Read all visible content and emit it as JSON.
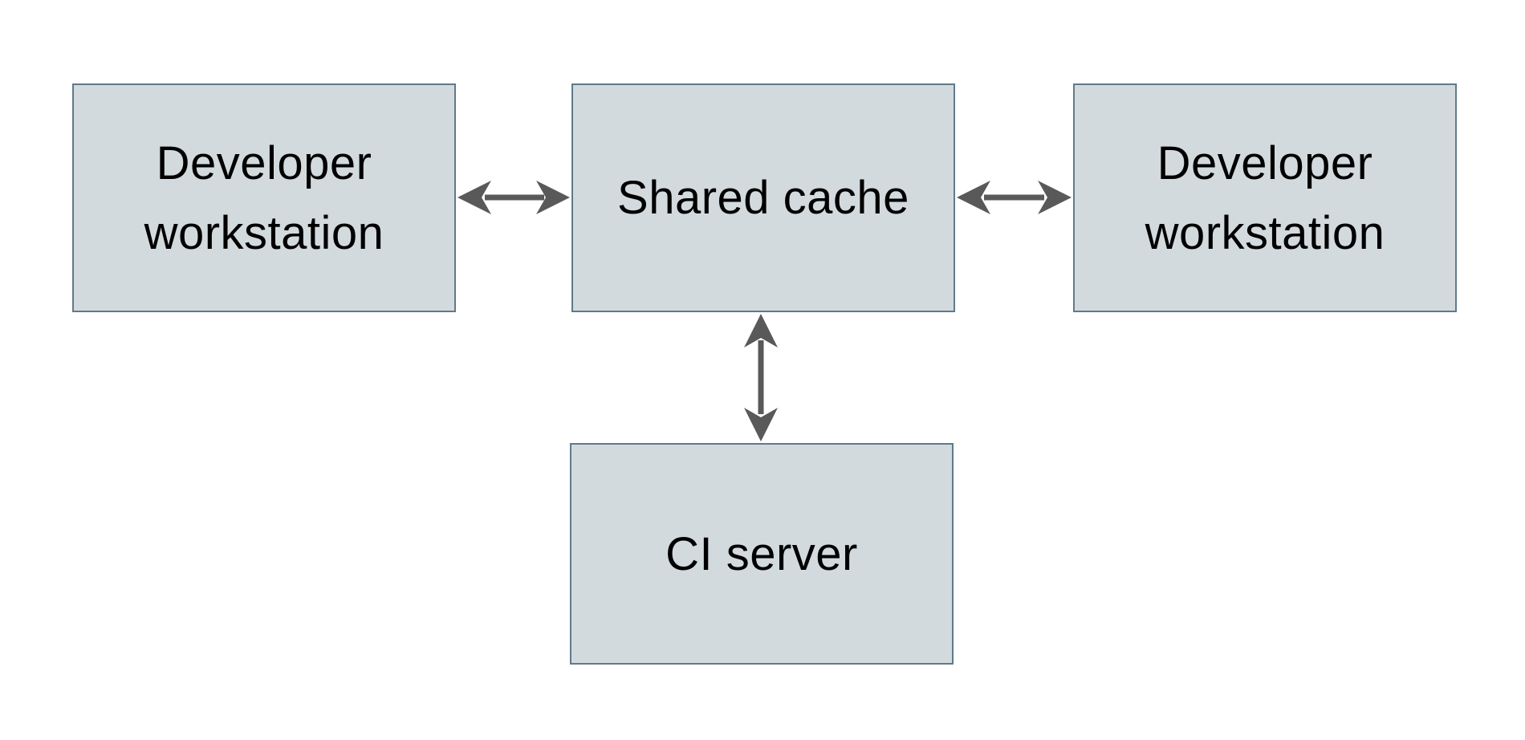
{
  "diagram": {
    "type": "architecture-diagram",
    "nodes": [
      {
        "id": "dev-workstation-left",
        "label": "Developer workstation",
        "position": "top-left"
      },
      {
        "id": "shared-cache",
        "label": "Shared cache",
        "position": "top-center"
      },
      {
        "id": "dev-workstation-right",
        "label": "Developer workstation",
        "position": "top-right"
      },
      {
        "id": "ci-server",
        "label": "CI server",
        "position": "bottom-center"
      }
    ],
    "edges": [
      {
        "from": "dev-workstation-left",
        "to": "shared-cache",
        "direction": "bidirectional",
        "orientation": "horizontal"
      },
      {
        "from": "shared-cache",
        "to": "dev-workstation-right",
        "direction": "bidirectional",
        "orientation": "horizontal"
      },
      {
        "from": "shared-cache",
        "to": "ci-server",
        "direction": "bidirectional",
        "orientation": "vertical"
      }
    ],
    "colors": {
      "background": "#ffffff",
      "node_fill": "#d3dade",
      "node_border": "#5f7a8a",
      "arrow": "#595959",
      "text": "#000000"
    }
  }
}
